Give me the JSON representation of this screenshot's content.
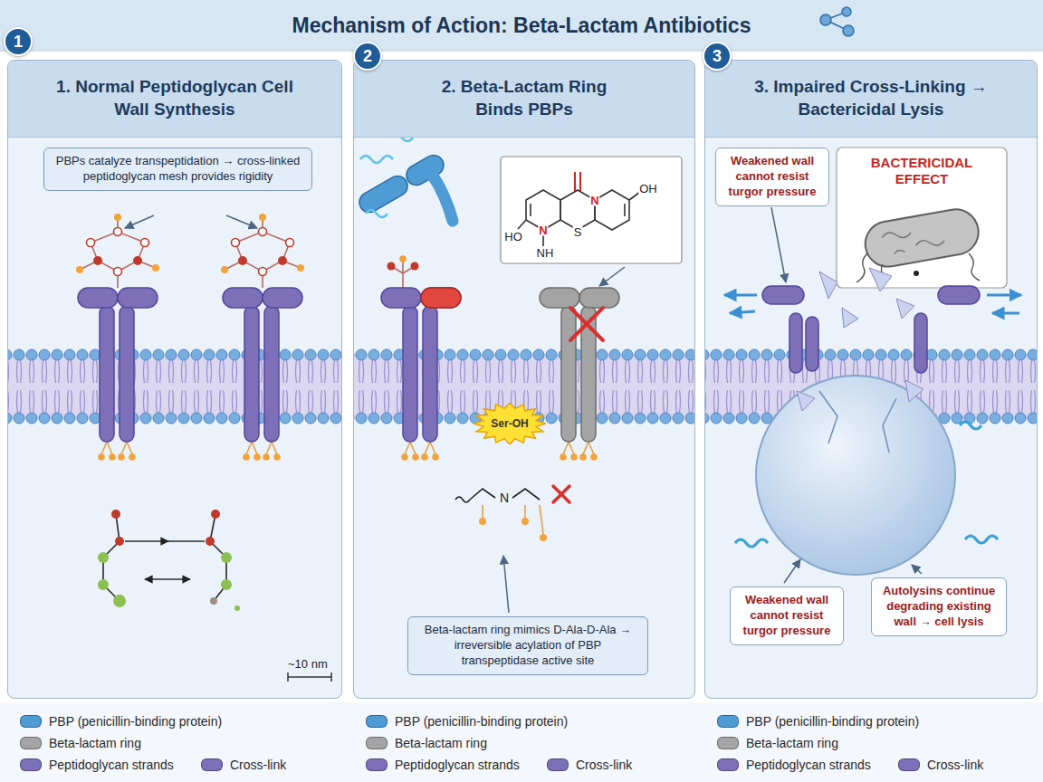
{
  "diagram": {
    "title": "Mechanism of Action: Beta-Lactam Antibiotics",
    "nodes": [
      {
        "text": [
          "1"
        ]
      },
      {
        "text": [
          "1. Normal Peptidoglycan Cell Wall Synthesis"
        ]
      },
      {
        "text": [
          "PBPs catalyze transpeptidation → cross-linked peptidoglycan mesh provides rigidity"
        ],
        "in": 1
      },
      {
        "text": [
          "2"
        ]
      },
      {
        "text": [
          "2. Beta-Lactam Ring Binds PBPs"
        ]
      },
      {
        "text": [
          "HO",
          "N",
          "NH",
          "N",
          "S",
          "OH"
        ],
        "in": 4
      },
      {
        "text": [
          "Ser-OH"
        ],
        "in": 4
      },
      {
        "text": [
          "Beta-lactam ring mimics D-Ala-D-Ala → irreversible acylation of PBP transpeptidase active site"
        ],
        "in": 4
      },
      {
        "text": [
          "3"
        ]
      },
      {
        "text": [
          "3. Impaired Cross-Linking → Bactericidal Lysis"
        ]
      },
      {
        "text": [
          "Weakened wall cannot resist turgor pressure"
        ],
        "in": 9
      },
      {
        "text": [
          "BACTERICIDAL EFFECT"
        ],
        "in": 9
      },
      {
        "text": [
          "Weakened wall cannot resist turgor pressure"
        ],
        "in": 9
      },
      {
        "text": [
          "Autolysins continue degrading existing wall → cell lysis"
        ],
        "in": 9
      }
    ],
    "labels": [
      "~10 nm",
      "N"
    ],
    "legend": [
      {
        "text": "PBP (penicillin-binding protein)",
        "color": "#4e9bd6"
      },
      {
        "text": "Beta-lactam ring",
        "color": "#a4a4a4"
      },
      {
        "text": "Peptidoglycan strands",
        "color": "#7d70b8"
      },
      {
        "text": "Cross-link",
        "color": "#7d70b8"
      },
      {
        "text": "PBP (penicillin-binding protein)",
        "color": "#4e9bd6"
      },
      {
        "text": "Beta-lactam ring",
        "color": "#a4a4a4"
      },
      {
        "text": "Peptidoglycan strands",
        "color": "#7d70b8"
      },
      {
        "text": "Cross-link",
        "color": "#7d70b8"
      },
      {
        "text": "PBP (penicillin-binding protein)",
        "color": "#4e9bd6"
      },
      {
        "text": "Beta-lactam ring",
        "color": "#a4a4a4"
      },
      {
        "text": "Peptidoglycan strands",
        "color": "#7d70b8"
      },
      {
        "text": "Cross-link",
        "color": "#7d70b8"
      }
    ]
  }
}
